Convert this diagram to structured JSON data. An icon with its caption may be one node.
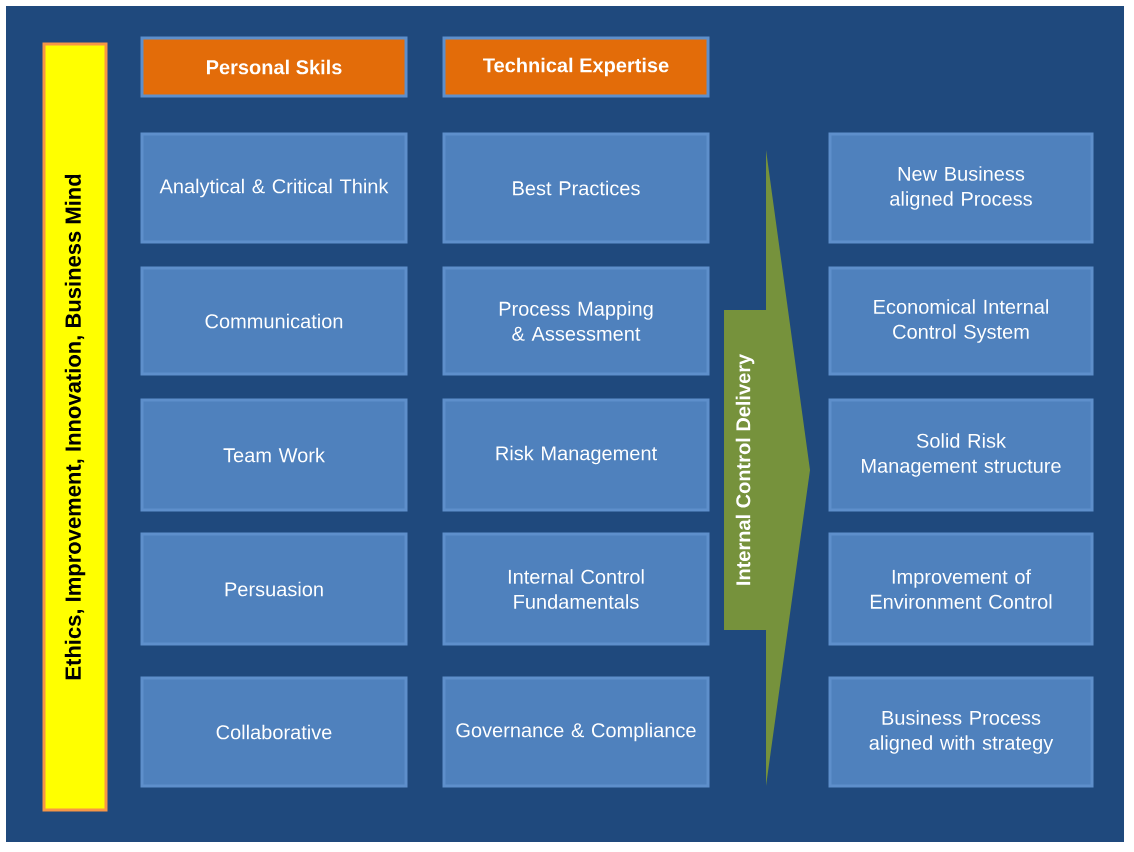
{
  "diagram": {
    "nodes": [
      {
        "text": [
          "Ethics, Improvement, Innovation, Business Mind"
        ]
      },
      {
        "text": [
          "Personal Skils"
        ]
      },
      {
        "text": [
          "Technical Expertise"
        ]
      },
      {
        "text": [
          "Analytical & Critical Think"
        ]
      },
      {
        "text": [
          "Communication"
        ]
      },
      {
        "text": [
          "Team Work"
        ]
      },
      {
        "text": [
          "Persuasion"
        ]
      },
      {
        "text": [
          "Collaborative"
        ]
      },
      {
        "text": [
          "Best Practices"
        ]
      },
      {
        "text": [
          "Process Mapping & Assessment"
        ]
      },
      {
        "text": [
          "Risk Management"
        ]
      },
      {
        "text": [
          "Internal Control Fundamentals"
        ]
      },
      {
        "text": [
          "Governance & Compliance"
        ]
      },
      {
        "text": [
          "Internal Control Delivery"
        ]
      },
      {
        "text": [
          "New Business aligned Process"
        ]
      },
      {
        "text": [
          "Economical Internal Control System"
        ]
      },
      {
        "text": [
          "Solid Risk Management structure"
        ]
      },
      {
        "text": [
          "Improvement of Environment Control"
        ]
      },
      {
        "text": [
          "Business Process aligned with strategy"
        ]
      }
    ]
  }
}
